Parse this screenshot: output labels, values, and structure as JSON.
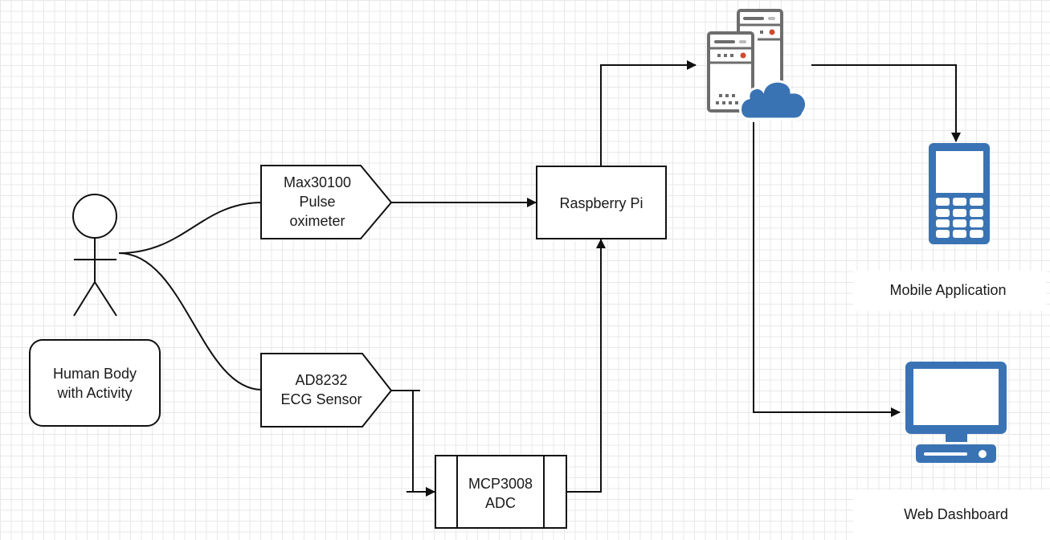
{
  "title": "Human health monitoring system architecture",
  "nodes": {
    "human_label": "Human Body\nwith Activity",
    "pulse_sensor": [
      "Max30100",
      "Pulse",
      "oximeter"
    ],
    "ecg_sensor": [
      "AD8232",
      "ECG Sensor"
    ],
    "raspberry_pi": "Raspberry Pi",
    "adc": [
      "MCP3008",
      "ADC"
    ],
    "cloud_server": "cloud-server-icon",
    "mobile_app": "Mobile Application",
    "web_dashboard": "Web Dashboard"
  },
  "edges": [
    {
      "from": "human",
      "to": "pulse_sensor"
    },
    {
      "from": "human",
      "to": "ecg_sensor"
    },
    {
      "from": "pulse_sensor",
      "to": "raspberry_pi"
    },
    {
      "from": "ecg_sensor",
      "to": "adc"
    },
    {
      "from": "adc",
      "to": "raspberry_pi"
    },
    {
      "from": "raspberry_pi",
      "to": "cloud_server"
    },
    {
      "from": "cloud_server",
      "to": "mobile_app"
    },
    {
      "from": "cloud_server",
      "to": "web_dashboard"
    }
  ],
  "colors": {
    "icon_blue": "#3a73b4",
    "server_gray": "#6d6d6d",
    "server_led": "#d0492f",
    "stroke": "#111111"
  }
}
